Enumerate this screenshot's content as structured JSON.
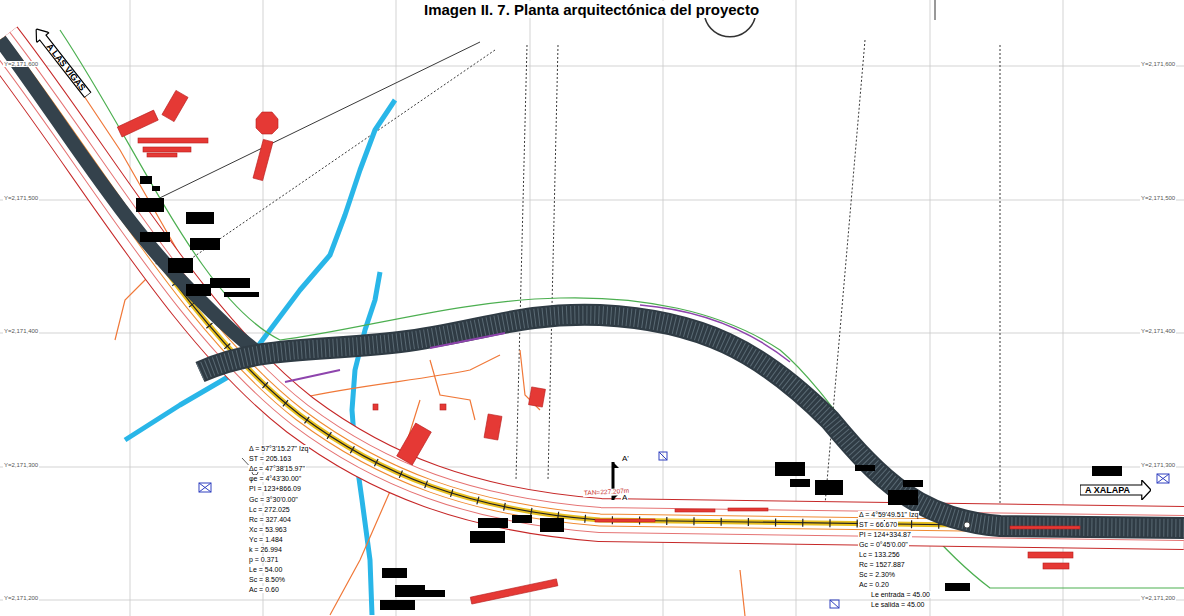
{
  "diagram": {
    "title": "Imagen II. 7. Planta arquitectónica del proyecto",
    "nodes": [
      {
        "text": [
          "A LAS VIGAS"
        ]
      },
      {
        "text": [
          "A XALAPA"
        ]
      }
    ],
    "labels": [
      "Y=2,171,600",
      "Y=2,171,500",
      "Y=2,171,400",
      "Y=2,171,300",
      "Y=2,171,200",
      "Y=2,171,600",
      "Y=2,171,500",
      "Y=2,171,400",
      "Y=2,171,300",
      "Y=2,171,200",
      "Δ = 57°3'15.27\" Izq",
      "ST = 205.163",
      "Δc = 47°38'15.97\"",
      "φe = 4°43'30.00\"",
      "PI = 123+866.09",
      "Gc = 3°30'0.00\"",
      "Lc = 272.025",
      "Rc = 327.404",
      "Xc = 53.963",
      "Yc = 1.484",
      "k = 26.994",
      "p = 0.371",
      "Le = 54.00",
      "Sc = 8.50%",
      "Ac = 0.60",
      "Δ = 4°59'49.51\" Izq",
      "ST = 66.670",
      "PI = 124+334.87",
      "Gc = 0°45'0.00\"",
      "Lc = 133.256",
      "Rc = 1527.887",
      "Sc = 2.30%",
      "Ac = 0.20",
      "Le entrada = 45.00",
      "Le salida = 45.00",
      "TAN=227.207m",
      "A'",
      "A"
    ]
  }
}
